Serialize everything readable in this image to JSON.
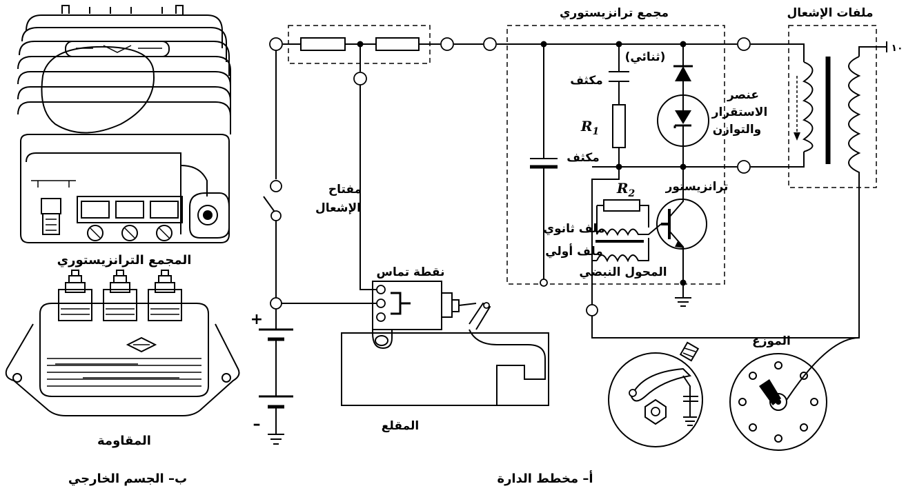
{
  "diagram": {
    "left_panel": {
      "module_label": "المجمع الترانزيستوري",
      "resistor_label": "المقاومة",
      "caption": "ب– الجسم الخارجي"
    },
    "circuit": {
      "module_box_label": "مجمع ترانزيستوري",
      "coil_label": "ملفات الإشعال",
      "coil_terminal": "١٠",
      "diode_label": "(ثنائي)",
      "capacitor_top_label": "مكثف",
      "capacitor_bottom_label": "مكثف",
      "r1_symbol": "R",
      "r1_sub": "1",
      "r2_symbol": "R",
      "r2_sub": "2",
      "zener_label_line1": "عنصر",
      "zener_label_line2": "الاستقرار",
      "zener_label_line3": "والتوازن",
      "transistor_label": "ترانزيستور",
      "secondary_label": "ملف ثانوي",
      "primary_label": "ملف أولي",
      "pulse_transformer_label": "المحول النبضي",
      "ignition_switch_line1": "مفتاح",
      "ignition_switch_line2": "الإشعال",
      "contact_point_label": "نقطة تماس",
      "starter_label": "المقلع",
      "distributor_label": "الموزع",
      "battery_plus": "+",
      "battery_minus": "–",
      "caption": "أ– مخطط الدارة"
    }
  }
}
